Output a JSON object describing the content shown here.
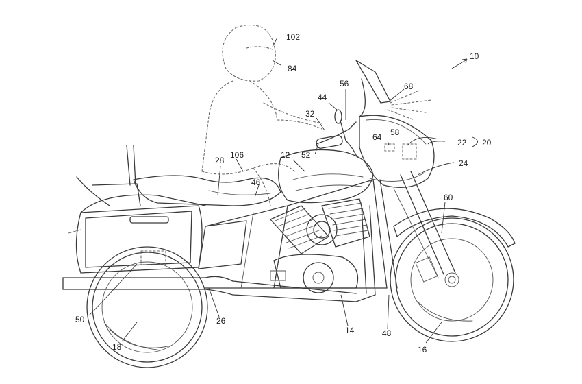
{
  "figure": {
    "reference_numerals": [
      {
        "id": "10",
        "text": "10"
      },
      {
        "id": "102",
        "text": "102"
      },
      {
        "id": "84",
        "text": "84"
      },
      {
        "id": "68",
        "text": "68"
      },
      {
        "id": "44",
        "text": "44"
      },
      {
        "id": "56",
        "text": "56"
      },
      {
        "id": "32",
        "text": "32"
      },
      {
        "id": "58",
        "text": "58"
      },
      {
        "id": "64",
        "text": "64"
      },
      {
        "id": "22",
        "text": "22"
      },
      {
        "id": "20",
        "text": "20"
      },
      {
        "id": "24",
        "text": "24"
      },
      {
        "id": "28",
        "text": "28"
      },
      {
        "id": "106",
        "text": "106"
      },
      {
        "id": "12",
        "text": "12"
      },
      {
        "id": "52",
        "text": "52"
      },
      {
        "id": "46",
        "text": "46"
      },
      {
        "id": "60",
        "text": "60"
      },
      {
        "id": "50",
        "text": "50"
      },
      {
        "id": "26",
        "text": "26"
      },
      {
        "id": "14",
        "text": "14"
      },
      {
        "id": "48",
        "text": "48"
      },
      {
        "id": "18",
        "text": "18"
      },
      {
        "id": "16",
        "text": "16"
      }
    ]
  }
}
